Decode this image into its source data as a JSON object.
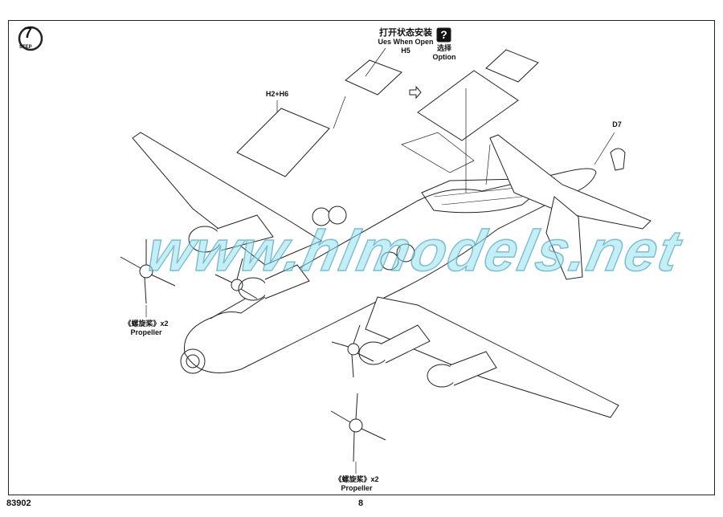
{
  "step": {
    "number": "7",
    "label": "STEP"
  },
  "callout_open": {
    "cn": "打开状态安装",
    "en": "Ues When Open",
    "part": "H5"
  },
  "option": {
    "icon": "question-icon",
    "glyph": "?",
    "cn": "选择",
    "en": "Option"
  },
  "part_h2h6": "H2+H6",
  "part_d7": "D7",
  "propeller_upper": {
    "cn": "《螺旋桨》x2",
    "en": "Propeller"
  },
  "propeller_lower": {
    "cn": "《螺旋桨》x2",
    "en": "Propeller"
  },
  "watermark": "www.hlmodels.net",
  "footer": {
    "code": "83902",
    "page": "8"
  }
}
